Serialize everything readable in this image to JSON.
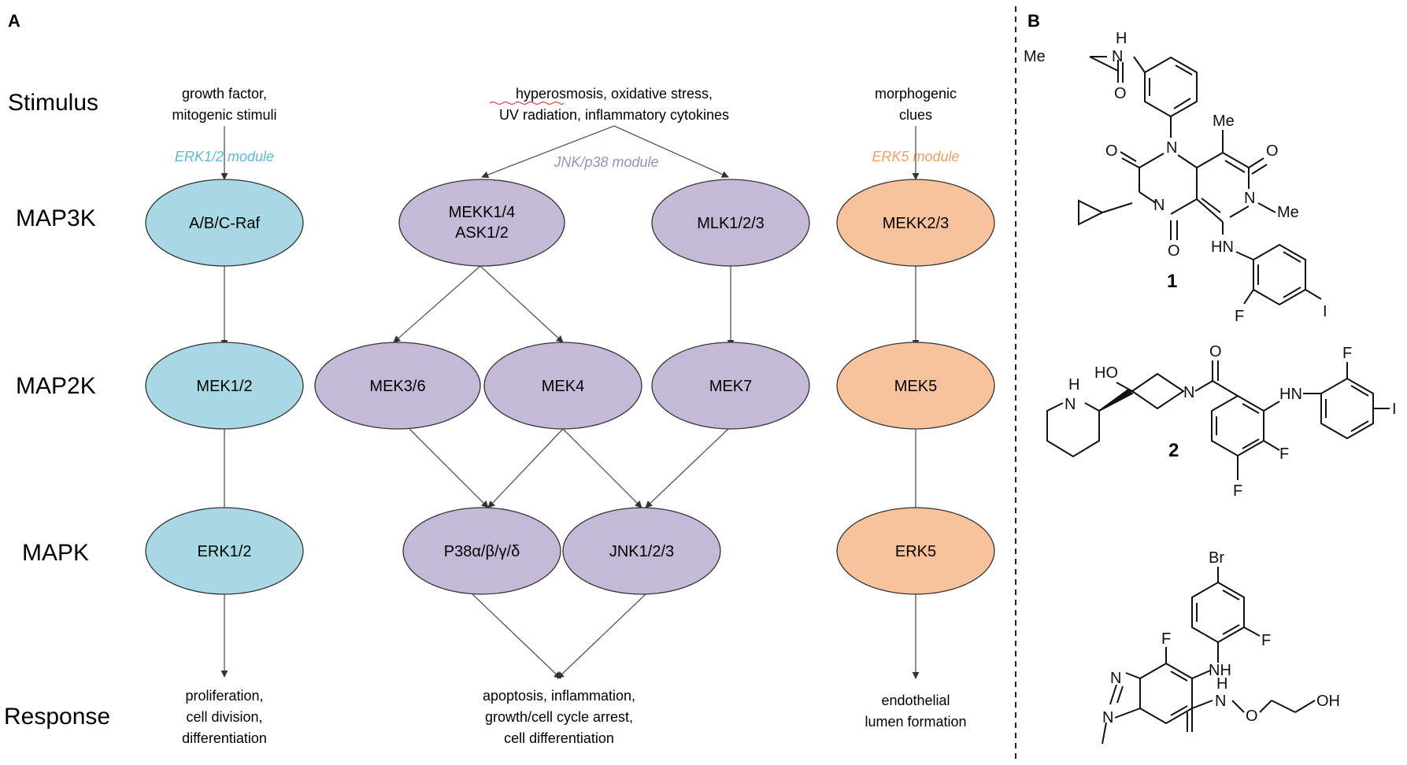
{
  "panels": {
    "a": "A",
    "b": "B"
  },
  "rows": {
    "stimulus": "Stimulus",
    "map3k": "MAP3K",
    "map2k": "MAP2K",
    "mapk": "MAPK",
    "response": "Response"
  },
  "modules": {
    "erk12": {
      "label": "ERK1/2  module",
      "color": "#5bbcd6"
    },
    "jnk": {
      "label": "JNK/p38 module",
      "color": "#9b8fbf"
    },
    "erk5": {
      "label": "ERK5  module",
      "color": "#f0a060"
    }
  },
  "stimuli": {
    "erk12": [
      "growth factor,",
      "mitogenic stimuli"
    ],
    "jnk": [
      "hyperosmosis, oxidative stress,",
      "UV radiation, inflammatory cytokines"
    ],
    "erk5": [
      "morphogenic",
      "clues"
    ]
  },
  "nodes": {
    "raf": "A/B/C-Raf",
    "mekk14": [
      "MEKK1/4",
      "ASK1/2"
    ],
    "mlk": "MLK1/2/3",
    "mekk23": "MEKK2/3",
    "mek12": "MEK1/2",
    "mek36": "MEK3/6",
    "mek4": "MEK4",
    "mek7": "MEK7",
    "mek5": "MEK5",
    "erk12": "ERK1/2",
    "p38": "P38α/β/γ/δ",
    "jnk": "JNK1/2/3",
    "erk5": "ERK5"
  },
  "responses": {
    "erk12": [
      "proliferation,",
      "cell division,",
      "differentiation"
    ],
    "jnk": [
      "apoptosis, inflammation,",
      "growth/cell cycle arrest,",
      "cell differentiation"
    ],
    "erk5": [
      "endothelial",
      "lumen formation"
    ]
  },
  "colors": {
    "blue": "#a8d8e4",
    "purple": "#c5b9d8",
    "orange": "#f8c39c"
  },
  "compounds": {
    "c1": {
      "number": "1",
      "atoms": {
        "me_acyl": "Me",
        "nh_amide": "H",
        "n_amide": "N",
        "o_acyl": "O",
        "n1": "N",
        "me_top": "Me",
        "o_left": "O",
        "o_right": "O",
        "n_left": "N",
        "n_right": "N",
        "me_n": "Me",
        "o_bottom": "O",
        "hn": "HN",
        "f": "F",
        "i": "I"
      }
    },
    "c2": {
      "number": "2",
      "atoms": {
        "nh_h": "H",
        "nh_n": "N",
        "ho": "HO",
        "n_azet": "N",
        "o": "O",
        "hn": "HN",
        "f_top": "F",
        "i": "I",
        "f_right": "F",
        "f_bottom": "F"
      }
    },
    "c3": {
      "atoms": {
        "br": "Br",
        "f_right": "F",
        "f_left": "F",
        "nh": "NH",
        "n_ring": "N",
        "n_bottom": "N",
        "nh_h": "H",
        "n_ox": "N",
        "o_ox": "O",
        "oh": "OH"
      }
    }
  }
}
